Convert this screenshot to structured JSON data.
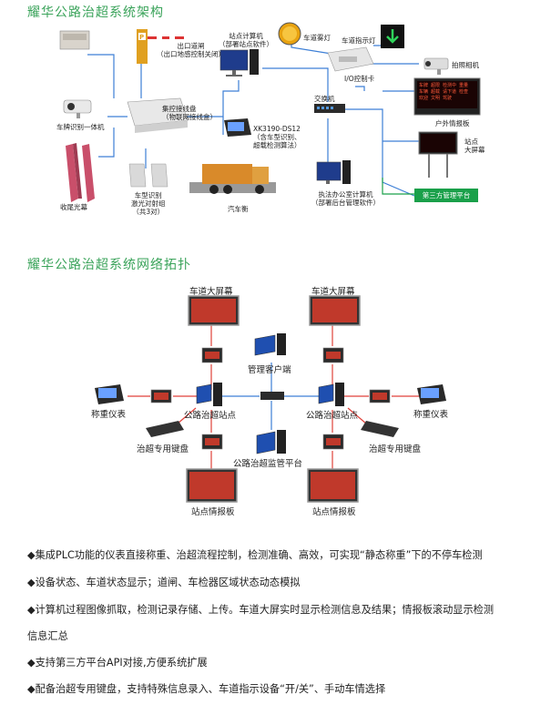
{
  "section1": {
    "title": "耀华公路治超系统架构",
    "labels": {
      "plate_camera": "车牌识别一体机",
      "light_curtain": "收尾光幕",
      "control_box": [
        "集控接线盘",
        "（物联网接线盒）"
      ],
      "barrier": [
        "出口道闸",
        "（出口地感控制关闭）"
      ],
      "site_pc": [
        "站点计算机",
        "（部署站点软件）"
      ],
      "laser": [
        "车型识别",
        "激光对射组",
        "（共3对）"
      ],
      "instrument": [
        "XK3190-DS12",
        "（含车型识别、",
        "超载检测算法）"
      ],
      "truck_scale": "汽车衡",
      "lane_light": "车道雾灯",
      "lane_indicator": "车道指示灯",
      "camera": "拍照相机",
      "io_card": "I/O控制卡",
      "switch": "交换机",
      "info_board": "户外情报板",
      "big_screen": [
        "站点",
        "大屏幕"
      ],
      "office_pc": [
        "执法办公室计算机",
        "（部署后台管理软件）"
      ],
      "third_party": "第三方管理平台",
      "led_lines": [
        "车牌 超限 检测中 重量",
        "车辆 超载 请下道 检查",
        "欢迎 文明 驾驶"
      ]
    }
  },
  "section2": {
    "title": "耀华公路治超系统网络拓扑",
    "labels": {
      "lane_screen_left": "车道大屏幕",
      "lane_screen_right": "车道大屏幕",
      "mgmt_client": "管理客户端",
      "weigh_left": "称重仪表",
      "weigh_right": "称重仪表",
      "site_left": "公路治超站点",
      "site_right": "公路治超站点",
      "keyboard_left": "治超专用键盘",
      "keyboard_right": "治超专用键盘",
      "platform": "公路治超监管平台",
      "board_left": "站点情报板",
      "board_right": "站点情报板"
    }
  },
  "features": [
    "◆集成PLC功能的仪表直接称重、治超流程控制，检测准确、高效，可实现“静态称重”下的不停车检测",
    "◆设备状态、车道状态显示；道闸、车检器区域状态动态模拟",
    "◆计算机过程图像抓取，检测记录存储、上传。车道大屏实时显示检测信息及结果；情报板滚动显示检测",
    "信息汇总",
    "◆支持第三方平台API对接,方便系统扩展",
    "◆配备治超专用键盘，支持特殊信息录入、车道指示设备“开/关”、手动车情选择"
  ],
  "colors": {
    "title_green": "#3aa35a",
    "line_blue": "#3d7fd6",
    "line_green": "#1aa04a",
    "line_red": "#e0413a",
    "led_red": "#c0392b"
  }
}
